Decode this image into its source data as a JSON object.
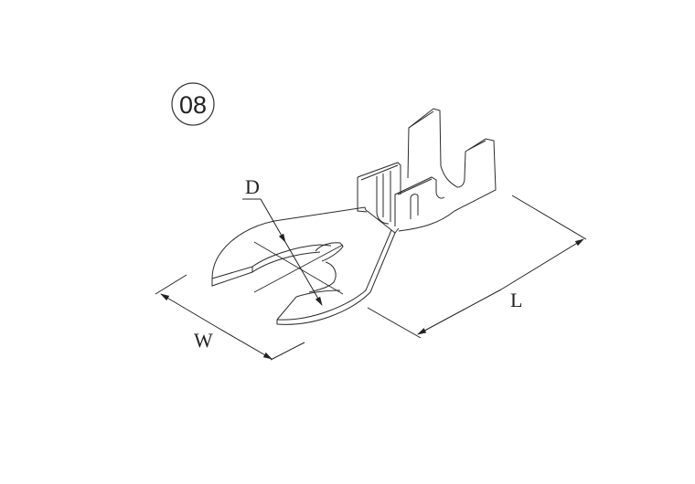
{
  "diagram": {
    "badge": {
      "label": "08"
    },
    "dimensions": {
      "diameter": {
        "label": "D"
      },
      "width": {
        "label": "W"
      },
      "length": {
        "label": "L"
      }
    },
    "part": "spade (fork) terminal with crimp barrel",
    "colors": {
      "line": "#2a2a2a",
      "background": "#ffffff"
    }
  }
}
